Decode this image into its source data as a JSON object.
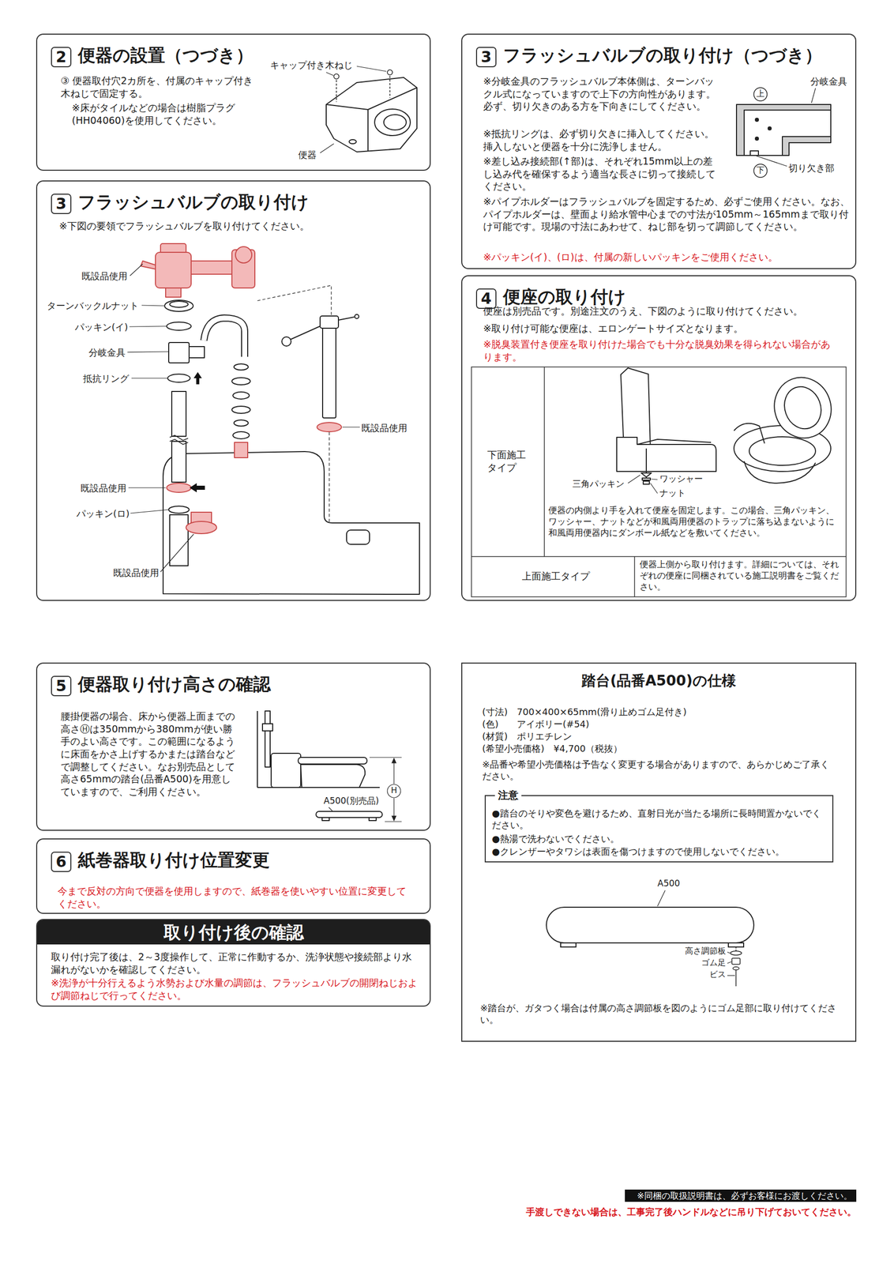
{
  "diagram": {
    "nodes": [
      {
        "text": [
          "2",
          "便器の設置（つづき）",
          "③ 便器取付穴2カ所を、付属のキャップ付き木ねじで固定する。",
          "※床がタイルなどの場合は樹脂プラグ(HH04060)を使用してください。"
        ]
      },
      {
        "text": [
          "3",
          "フラッシュバルブの取り付け",
          "※下図の要領でフラッシュバルブを取り付けてください。"
        ]
      },
      {
        "text": [
          "3",
          "フラッシュバルブの取り付け（つづき）",
          "※分岐金具のフラッシュバルブ本体側は、ターンバックル式になっていますので上下の方向性があります。必ず、切り欠きのある方を下向きにしてください。",
          "※抵抗リングは、必ず切り欠きに挿入してください。挿入しないと便器を十分に洗浄しません。",
          "※差し込み接続部(↑部)は、それぞれ15mm以上の差し込み代を確保するよう適当な長さに切って接続してください。",
          "※パイプホルダーはフラッシュバルブを固定するため、必ずご使用ください。なお、パイプホルダーは、壁面より給水管中心までの寸法が105mm～165mmまで取り付け可能です。現場の寸法にあわせて、ねじ部を切って調節してください。",
          "※パッキン(イ)、(ロ)は、付属の新しいパッキンをご使用ください。"
        ]
      },
      {
        "text": [
          "4",
          "便座の取り付け",
          "便座は別売品です。別途注文のうえ、下図のように取り付けてください。",
          "※取り付け可能な便座は、エロンゲートサイズとなります。",
          "※脱臭装置付き便座を取り付けた場合でも十分な脱臭効果を得られない場合があります。"
        ]
      },
      {
        "text": [
          "5",
          "便器取り付け高さの確認",
          "腰掛便器の場合、床から便器上面までの高さⒽは350mmから380mmが使い勝手のよい高さです。この範囲になるように床面をかさ上げするかまたは踏台などで調整してください。なお別売品として高さ65mmの踏台(品番A500)を用意していますので、ご利用ください。"
        ]
      },
      {
        "text": [
          "6",
          "紙巻器取り付け位置変更",
          "今まで反対の方向で便器を使用しますので、紙巻器を使いやすい位置に変更してください。"
        ]
      },
      {
        "text": [
          "取り付け後の確認",
          "取り付け完了後は、2～3度操作して、正常に作動するか、洗浄状態や接続部より水漏れがないかを確認してください。",
          "※洗浄が十分行えるよう水勢および水量の調節は、フラッシュバルブの開閉ねじおよび調節ねじで行ってください。"
        ]
      },
      {
        "text": [
          "踏台(品番A500)の仕様",
          "(寸法)　700×400×65mm(滑り止めゴム足付き)",
          "(色)　　アイボリー(#54)",
          "(材質)　ポリエチレン",
          "(希望小売価格)　¥4,700（税抜）",
          "※品番や希望小売価格は予告なく変更する場合がありますので、あらかじめご了承ください。",
          "※踏台が、ガタつく場合は付属の高さ調節板を図のようにゴム足部に取り付けてください。"
        ]
      },
      {
        "text": [
          "注意",
          "●踏台のそりや変色を避けるため、直射日光が当たる場所に長時間置かないでください。",
          "●熱湯で洗わないでください。",
          "●クレンザーやタワシは表面を傷つけますので使用しないでください。"
        ],
        "in": 7
      }
    ],
    "labels": [
      "キャップ付き木ねじ",
      "便器",
      "既設品使用",
      "ターンバックルナット",
      "パッキン(イ)",
      "分岐金具",
      "抵抗リング",
      "既設品使用",
      "パッキン(ロ)",
      "既設品使用",
      "既設品使用",
      "上",
      "分岐金具",
      "下",
      "切り欠き部",
      "下面施工タイプ",
      "三角パッキン",
      "ワッシャー",
      "ナット",
      "便器の内側より手を入れて便座を固定します。この場合、三角パッキン、ワッシャー、ナットなどが和風両用便器のトラップに落ち込まないように和風両用便器内にダンボール紙などを敷いてください。",
      "上面施工タイプ",
      "便器上側から取り付けます。詳細については、それぞれの便座に同梱されている施工説明書をご覧ください。",
      "A500(別売品)",
      "H",
      "A500",
      "高さ調節板",
      "ゴム足",
      "ビス",
      "※同梱の取扱説明書は、必ずお客様にお渡しください。",
      "手渡しできない場合は、工事完了後ハンドルなどに吊り下げておいてください。"
    ]
  }
}
